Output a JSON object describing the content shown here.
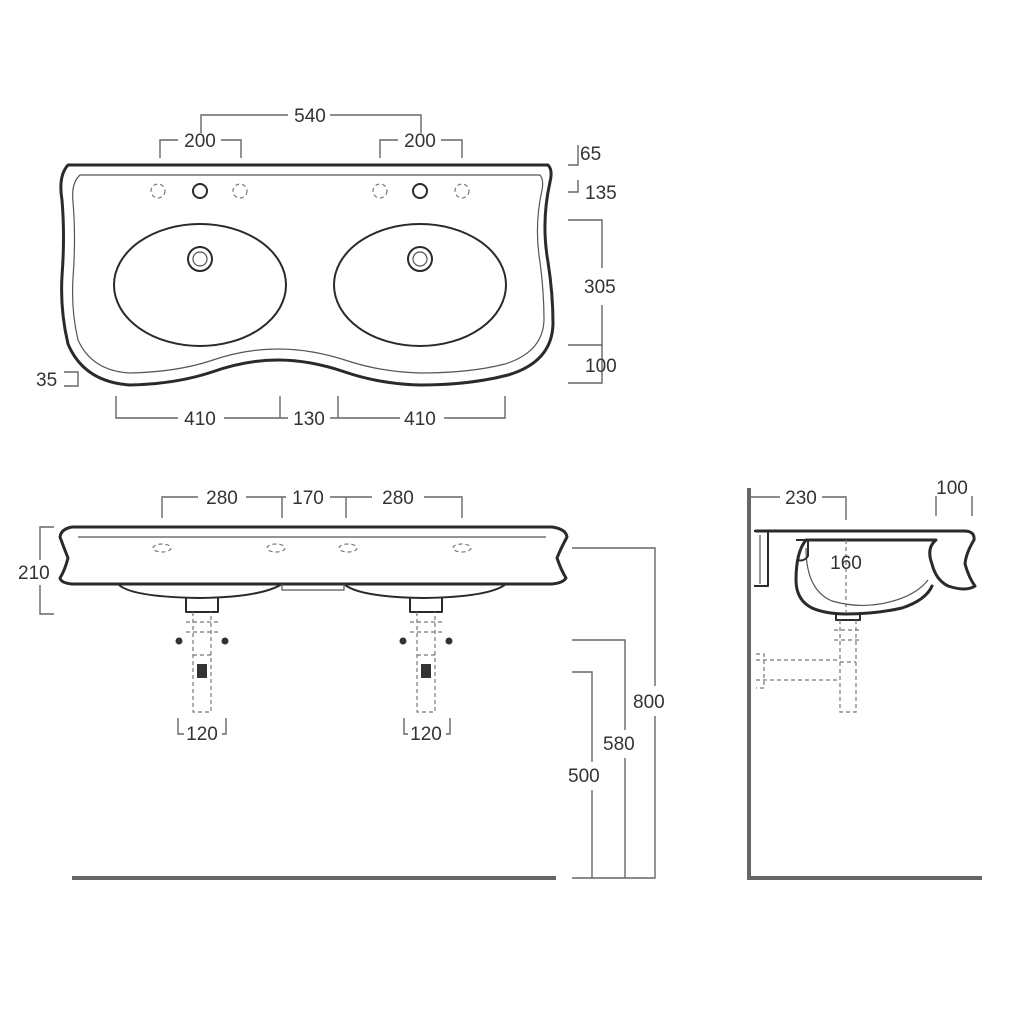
{
  "top_view": {
    "dims": {
      "overall_tap_spacing": "540",
      "tap_group_left": "200",
      "tap_group_right": "200",
      "edge_to_tap": "65",
      "tap_to_bowl": "135",
      "bowl_depth": "305",
      "bowl_to_front": "100",
      "front_curve": "35",
      "bowl_left_width": "410",
      "bowl_gap": "130",
      "bowl_right_width": "410"
    }
  },
  "front_view": {
    "dims": {
      "hole_spacing_left": "280",
      "hole_spacing_center": "170",
      "hole_spacing_right": "280",
      "basin_height": "210",
      "trap_left": "120",
      "trap_right": "120",
      "top_height": "800",
      "waste_height": "580",
      "trap_height": "500"
    }
  },
  "side_view": {
    "dims": {
      "wall_to_bowl": "230",
      "front_lip": "100",
      "bowl_depth": "160"
    }
  }
}
